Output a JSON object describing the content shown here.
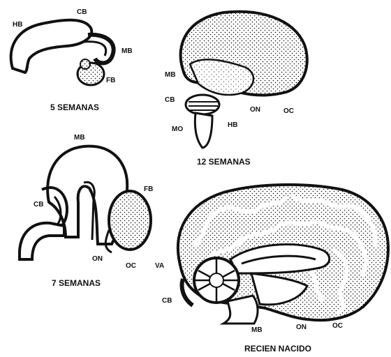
{
  "panels": {
    "week5": {
      "caption": "5 SEMANAS",
      "labels": {
        "hb": "HB",
        "cb": "CB",
        "mb": "MB",
        "fb": "FB"
      }
    },
    "week12": {
      "caption": "12 SEMANAS",
      "labels": {
        "mb": "MB",
        "cb": "CB",
        "mo": "MO",
        "on": "ON",
        "oc": "OC",
        "hb": "HB"
      }
    },
    "week7": {
      "caption": "7 SEMANAS",
      "labels": {
        "mb": "MB",
        "fb": "FB",
        "cb": "CB",
        "on": "ON",
        "oc": "OC"
      }
    },
    "newborn": {
      "caption": "RECIEN NACIDO",
      "labels": {
        "va": "VA",
        "cb": "CB",
        "mb": "MB",
        "on": "ON",
        "oc": "OC"
      }
    }
  },
  "colors": {
    "ink": "#111111",
    "paper": "#ffffff"
  }
}
